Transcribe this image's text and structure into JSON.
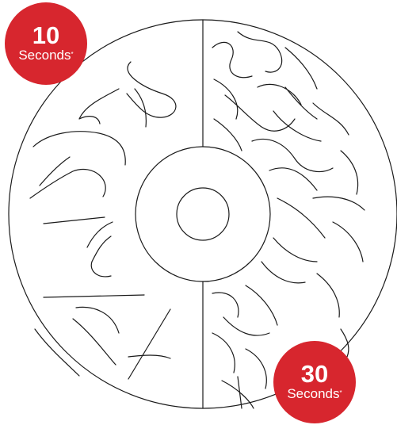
{
  "colors": {
    "badge": "#d7262e",
    "line": "#1a1a1a",
    "background": "#ffffff"
  },
  "badges": [
    {
      "number": "10",
      "unit": "Seconds",
      "mark": "*"
    },
    {
      "number": "30",
      "unit": "Seconds",
      "mark": "*"
    }
  ]
}
